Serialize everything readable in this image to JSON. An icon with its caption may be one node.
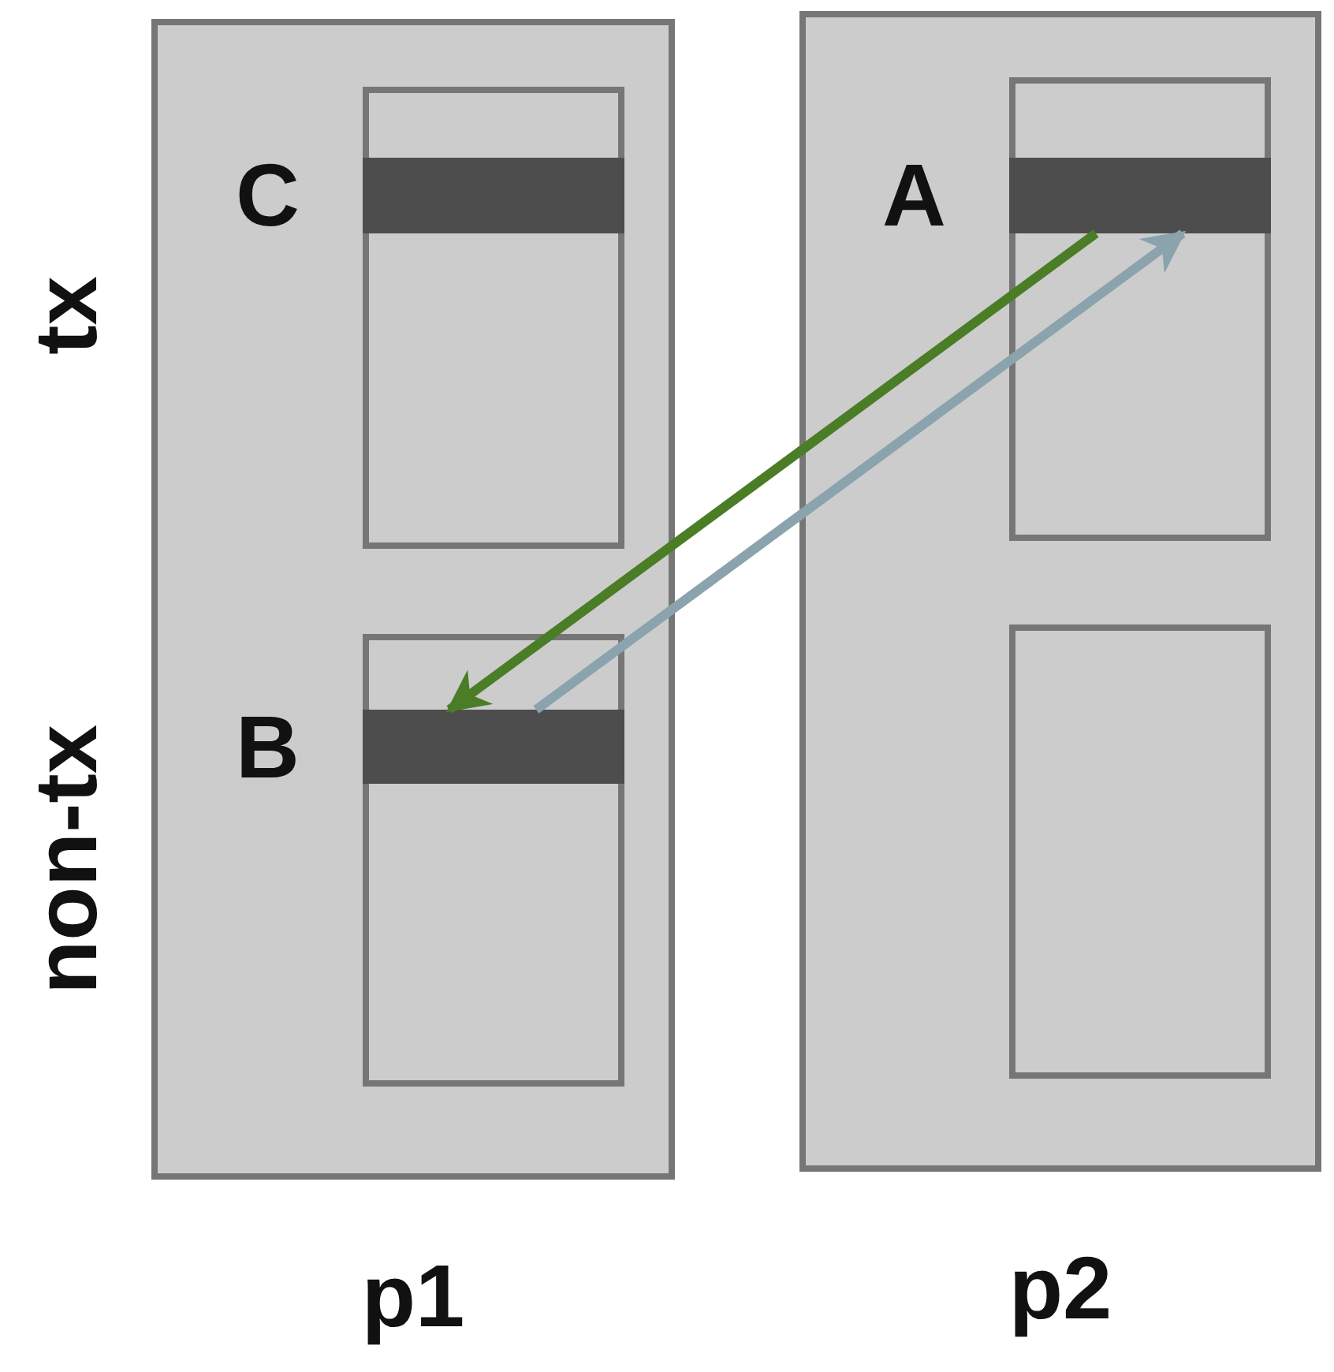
{
  "diagram": {
    "nodes": [
      {
        "text": [
          "p1"
        ]
      },
      {
        "text": [],
        "shape": "box",
        "in": 0
      },
      {
        "text": [],
        "shape": "bar",
        "in": 1,
        "beside": [
          "C"
        ]
      },
      {
        "text": [],
        "shape": "box",
        "in": 0
      },
      {
        "text": [],
        "shape": "bar",
        "in": 3,
        "beside": [
          "B"
        ]
      },
      {
        "text": [
          "p2"
        ]
      },
      {
        "text": [],
        "shape": "box",
        "in": 5
      },
      {
        "text": [],
        "shape": "bar",
        "in": 6,
        "beside": [
          "A"
        ]
      },
      {
        "text": [],
        "shape": "box",
        "in": 5
      }
    ],
    "edges": [
      {
        "from": 7,
        "to": 4,
        "arrow": "to",
        "color": "#4a7d25"
      },
      {
        "from": 4,
        "to": 7,
        "arrow": "to",
        "color": "#8aa3ad"
      }
    ],
    "labels": [
      "tx",
      "non-tx"
    ]
  }
}
